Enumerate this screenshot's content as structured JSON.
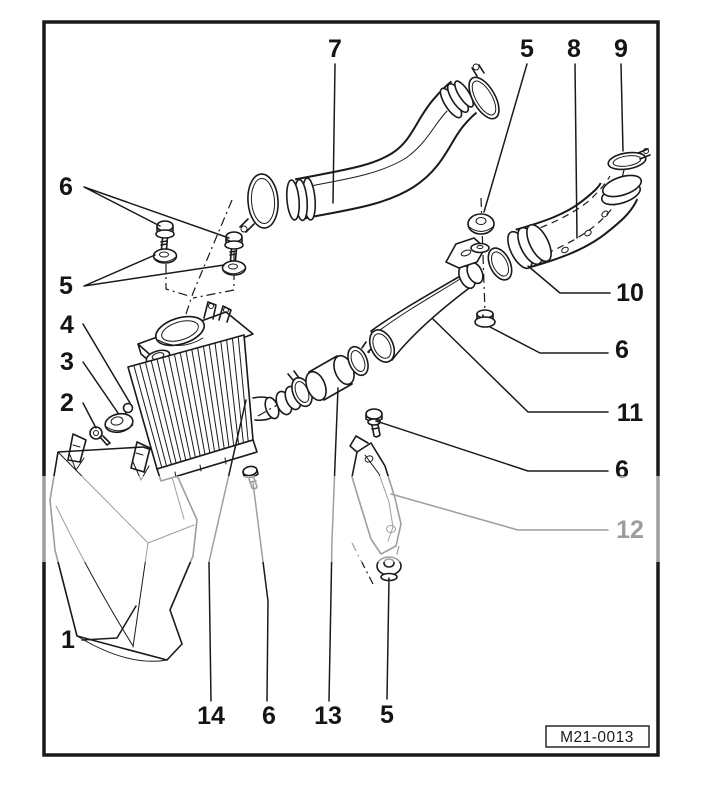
{
  "figure": {
    "code": "M21-0013"
  },
  "callouts": [
    {
      "text": "7"
    },
    {
      "text": "5"
    },
    {
      "text": "8"
    },
    {
      "text": "9"
    },
    {
      "text": "6"
    },
    {
      "text": "5"
    },
    {
      "text": "4"
    },
    {
      "text": "3"
    },
    {
      "text": "2"
    },
    {
      "text": "1"
    },
    {
      "text": "10"
    },
    {
      "text": "6"
    },
    {
      "text": "11"
    },
    {
      "text": "6"
    },
    {
      "text": "12"
    },
    {
      "text": "14"
    },
    {
      "text": "6"
    },
    {
      "text": "13"
    },
    {
      "text": "5"
    }
  ],
  "colors": {
    "line": "#1a1a1a",
    "background": "#ffffff",
    "watermark_band": "rgba(255,255,255,0.58)"
  }
}
